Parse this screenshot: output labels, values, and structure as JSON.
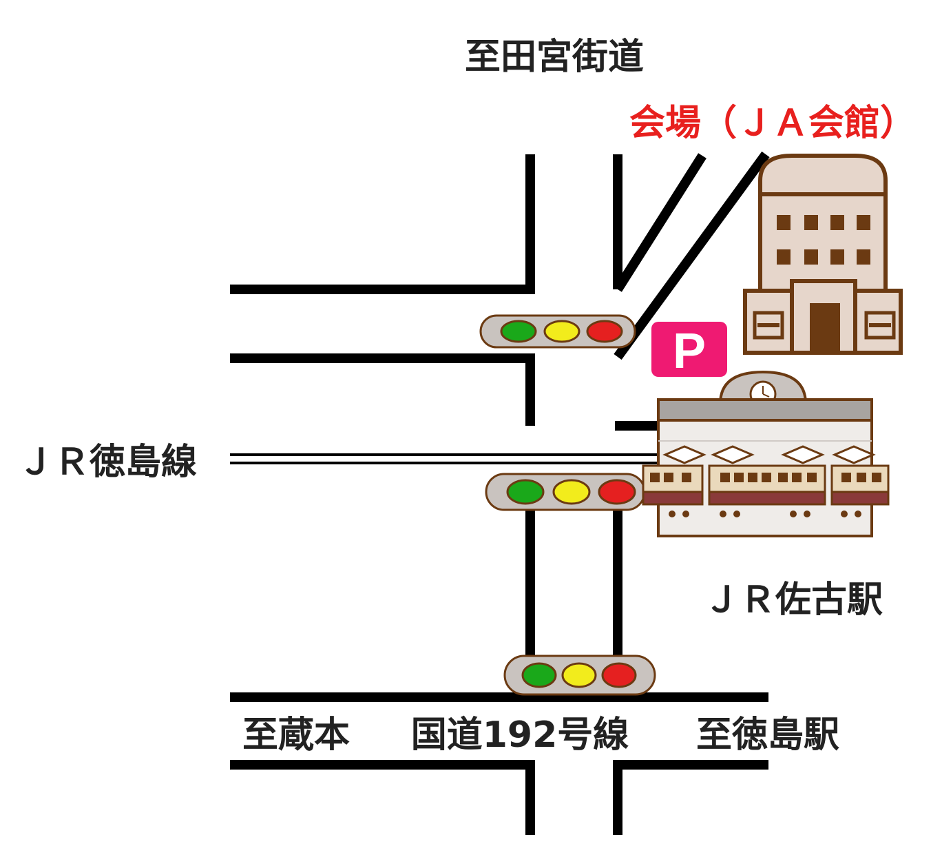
{
  "labels": {
    "north_road": "至田宮街道",
    "venue": "会場（ＪＡ会館）",
    "rail_line": "ＪＲ徳島線",
    "station": "ＪＲ佐古駅",
    "west_dest": "至蔵本",
    "main_road": "国道192号線",
    "east_dest": "至徳島駅",
    "parking": "P"
  },
  "colors": {
    "road": "#000000",
    "venue_label": "#e8201e",
    "parking_sign": "#ef1a72",
    "building_outline": "#6b3a12",
    "building_fill": "#e6d6cb",
    "signal_green": "#1aa81a",
    "signal_yellow": "#f2ec1c",
    "signal_red": "#e52020"
  },
  "icons": {
    "venue_building": "office-building-icon",
    "station": "train-station-icon",
    "parking": "parking-icon",
    "traffic_signal": "traffic-light-icon"
  },
  "traffic_signal_count": 3
}
